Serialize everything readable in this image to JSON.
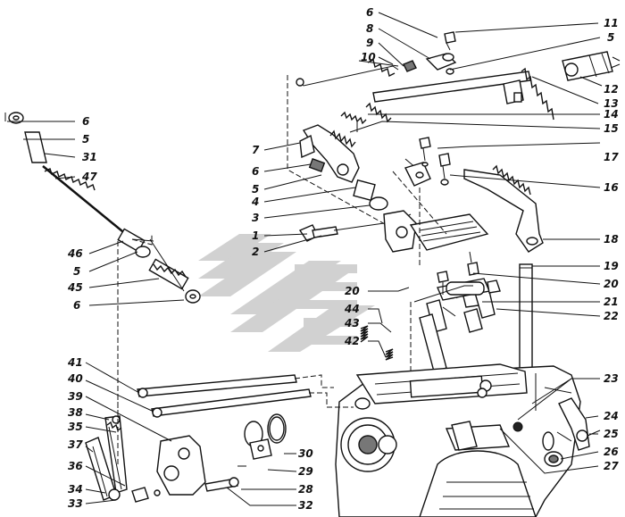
{
  "logo": {
    "name": "gray-chevron-watermark",
    "color": "#c9c9c9"
  },
  "callouts": [
    "1",
    "2",
    "3",
    "4",
    "5",
    "6",
    "7",
    "8",
    "9",
    "10",
    "11",
    "12",
    "13",
    "14",
    "15",
    "16",
    "17",
    "18",
    "19",
    "20",
    "21",
    "22",
    "23",
    "24",
    "25",
    "26",
    "27",
    "28",
    "29",
    "30",
    "31",
    "32",
    "33",
    "34",
    "35",
    "36",
    "37",
    "38",
    "39",
    "40",
    "41",
    "42",
    "43",
    "44",
    "45",
    "46",
    "47"
  ],
  "callouts_left_column": [
    "6",
    "5",
    "31",
    "47",
    "46",
    "5",
    "45",
    "6"
  ],
  "callouts_upper_middle": [
    "7",
    "6",
    "5",
    "4",
    "3",
    "1",
    "2",
    "20",
    "44",
    "43",
    "42"
  ],
  "callouts_top": [
    "6",
    "8",
    "9",
    "10",
    "11",
    "5",
    "12",
    "13",
    "14",
    "15",
    "17",
    "16",
    "18",
    "19",
    "20",
    "21",
    "22",
    "23",
    "24",
    "25",
    "26",
    "27"
  ],
  "callouts_bottom_left": [
    "41",
    "40",
    "39",
    "38",
    "35",
    "37",
    "36",
    "34",
    "33",
    "30",
    "29",
    "28",
    "32"
  ]
}
